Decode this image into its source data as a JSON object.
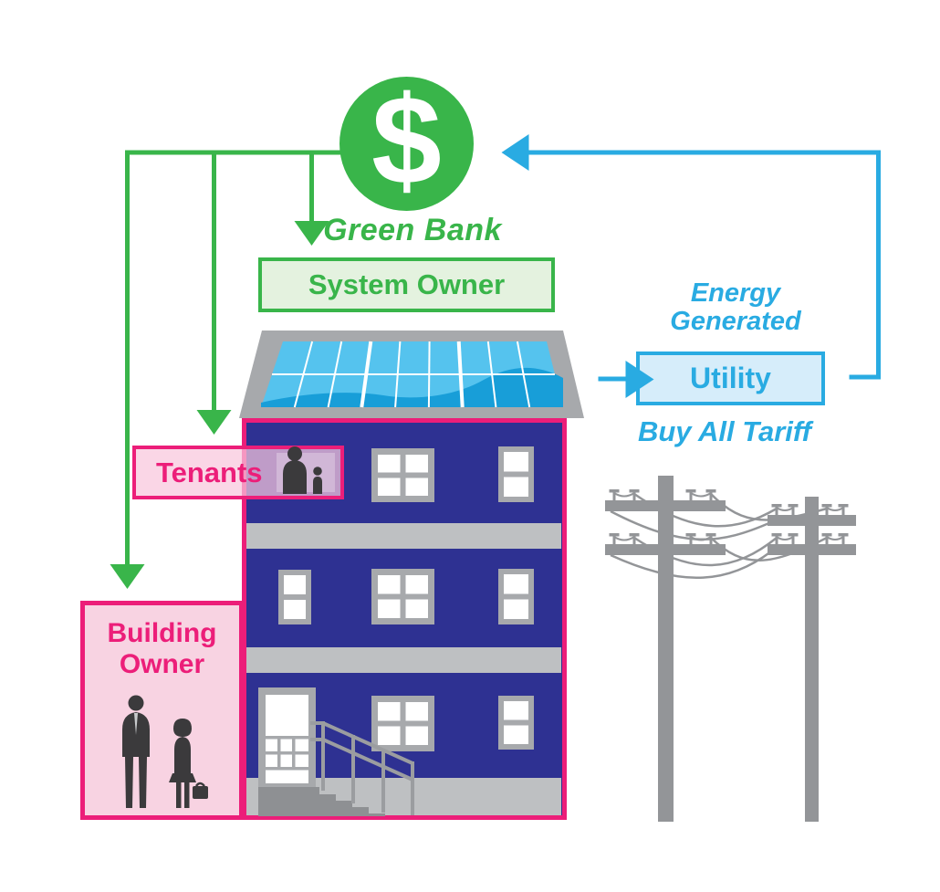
{
  "nodes": {
    "green_bank": {
      "dollar_symbol": "$",
      "label": "Green Bank"
    },
    "system_owner": {
      "label": "System Owner"
    },
    "utility": {
      "label": "Utility",
      "energy_generated_label": "Energy Generated",
      "buy_all_tariff_label": "Buy All Tariff"
    },
    "tenants": {
      "label": "Tenants"
    },
    "building_owner": {
      "label": "Building Owner"
    }
  },
  "colors": {
    "green": "#39B54A",
    "green_fill": "#E4F2DF",
    "blue": "#29ABE2",
    "blue_fill": "#D6EDFA",
    "magenta": "#EC1E79",
    "pink_fill": "#F8D3E2",
    "navy": "#2E3192",
    "gray_pole": "#939598",
    "gray_roof": "#A7A9AC",
    "gray_band": "#BEC0C2",
    "panel_blue": "#55C3EE",
    "panel_blue_dark": "#189ED8",
    "silhouette": "#3B3A3C"
  }
}
